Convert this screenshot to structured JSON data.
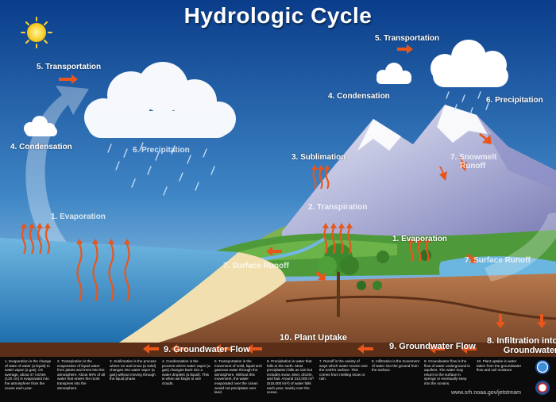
{
  "title": "Hydrologic Cycle",
  "labels": {
    "transport_left": "5. Transportation",
    "transport_right": "5. Transportation",
    "condensation_left": "4. Condensation",
    "condensation_right": "4. Condensation",
    "precip_left": "6. Precipitation",
    "precip_right": "6. Precipitation",
    "sublimation": "3. Sublimation",
    "snowmelt_line1": "7. Snowmelt",
    "snowmelt_line2": "Runoff",
    "transpiration": "2. Transpiration",
    "evaporation_ocean": "1. Evaporation",
    "evaporation_lake": "1. Evaporation",
    "surface_runoff_left": "7. Surface Runoff",
    "surface_runoff_right": "7. Surface Runoff",
    "plant_uptake": "10. Plant Uptake",
    "groundwater_left": "9. Groundwater Flow",
    "groundwater_right": "9. Groundwater Flow",
    "infiltration_line1": "8. Infiltration into",
    "infiltration_line2": "Groundwater"
  },
  "descriptions": [
    "1. Evaporation is the change of state of water (a liquid) to water vapor (a gas). On average, about 47 inches (120 cm) is evaporated into the atmosphere from the ocean each year.",
    "2. Transpiration is the evaporation of liquid water from plants and trees into the atmosphere. About 90% of all water that enters the roots transpires into the atmosphere.",
    "3. Sublimation is the process where ice and snow (a solid) changes into water vapor (a gas) without moving through the liquid phase.",
    "4. Condensation is the process where water vapor (a gas) changes back into a water droplets (a liquid). This is when we begin to see clouds.",
    "5. Transportation is the movement of solid, liquid and gaseous water through the atmosphere. Without this movement, the water evaporated over the ocean would not precipitate over land.",
    "6. Precipitation is water that falls to the earth. Most precipitation falls as rain but includes snow, sleet, drizzle, and hail. Around 313,000 mi³ (515,000 km³) of water falls each year, mainly over the ocean.",
    "7. Runoff is the variety of ways which water moves over the earth's surface. This comes from melting snow or rain.",
    "8. Infiltration is the movement of water into the ground from the surface.",
    "9. Groundwater flow is the flow of water underground in aquifers. The water may return to the surface in springs or eventually seep into the oceans.",
    "10. Plant uptake is water taken from the groundwater flow and soil moisture."
  ],
  "url": "www.srh.noaa.gov/jetstream",
  "colors": {
    "sky_top": "#0a3d8a",
    "sky_bottom": "#8ec6e6",
    "ocean": "#2f88c4",
    "arrow": "#e8561b",
    "ground": "#a46a44",
    "footer": "#0b0b0b"
  },
  "icons": [
    "sun-icon",
    "cloud-icon",
    "rain-icon",
    "mountain-icon",
    "tree-icon",
    "arrow-icon",
    "noaa-logo",
    "nws-logo"
  ]
}
